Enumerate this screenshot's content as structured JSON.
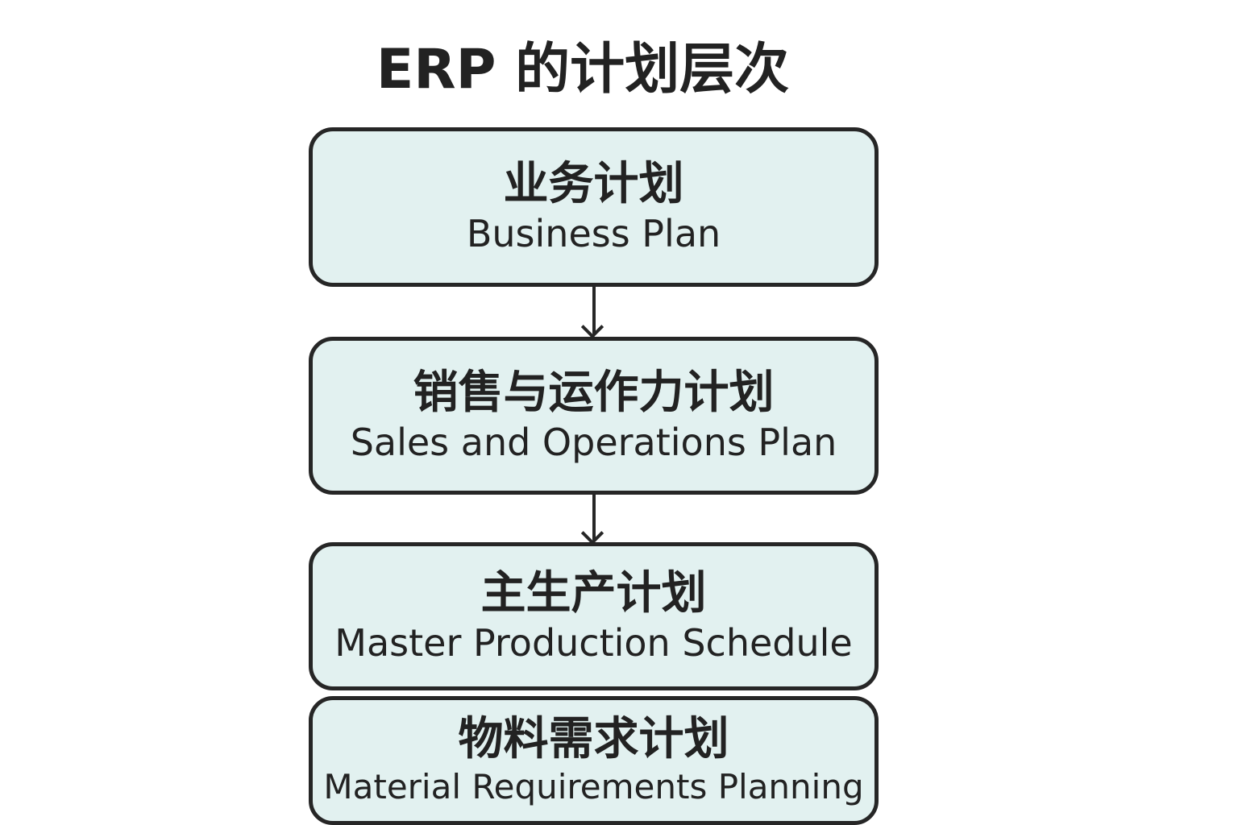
{
  "title": "ERP 的计划层次",
  "levels": [
    {
      "zh": "业务计划",
      "en": "Business Plan"
    },
    {
      "zh": "销售与运作力计划",
      "en": "Sales and Operations Plan"
    },
    {
      "zh": "主生产计划",
      "en": "Master Production Schedule"
    },
    {
      "zh": "物料需求计划",
      "en": "Material Requirements Planning"
    }
  ],
  "colors": {
    "box_fill": "#e2f1f0",
    "border": "#262626"
  }
}
